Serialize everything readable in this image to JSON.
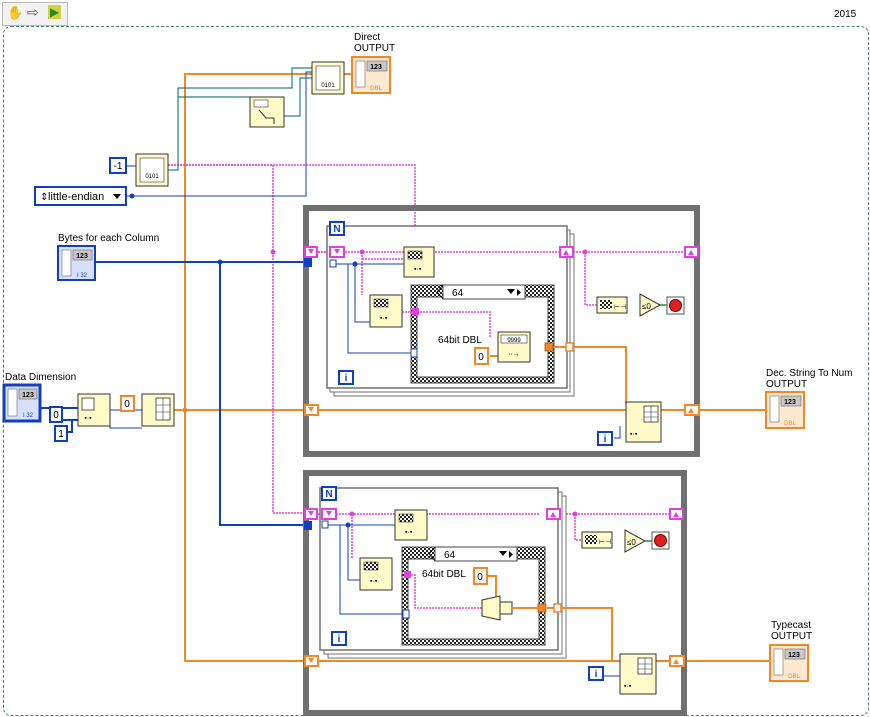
{
  "version": "2015",
  "toolbar": {
    "tools": [
      {
        "name": "hand-tool",
        "glyph": "✋"
      },
      {
        "name": "step-arrow",
        "glyph": "⇨"
      },
      {
        "name": "run-arrow",
        "glyph": "▶"
      }
    ]
  },
  "labels": {
    "direct_output": "Direct\nOUTPUT",
    "bytes_for_each_column": "Bytes for each Column",
    "data_dimension": "Data Dimension",
    "dec_string_output": "Dec. String To Num\nOUTPUT",
    "typecast_output": "Typecast\nOUTPUT",
    "case1_label": "64bit DBL",
    "case2_label": "64bit DBL"
  },
  "constants": {
    "neg_one": "-1",
    "zero_a": "0",
    "one_a": "1",
    "zero_b": "0",
    "zero_case1": "0",
    "zero_case2": "0"
  },
  "enum": {
    "endian": "little-endian"
  },
  "loops": {
    "count_label": "N",
    "index_label": "i",
    "case_selector": "64"
  },
  "terminals": {
    "dbl": "DBL",
    "i32": "I 32",
    "numeric": "123"
  },
  "colors": {
    "orange_wire": "#f0882a",
    "pink_wire": "#e040e0",
    "blue_wire": "#1040c0",
    "teal_wire": "#2a8080",
    "node_fill": "#fffbc8",
    "loop_frame": "#707070",
    "frame_border": "#4a7a7a"
  }
}
